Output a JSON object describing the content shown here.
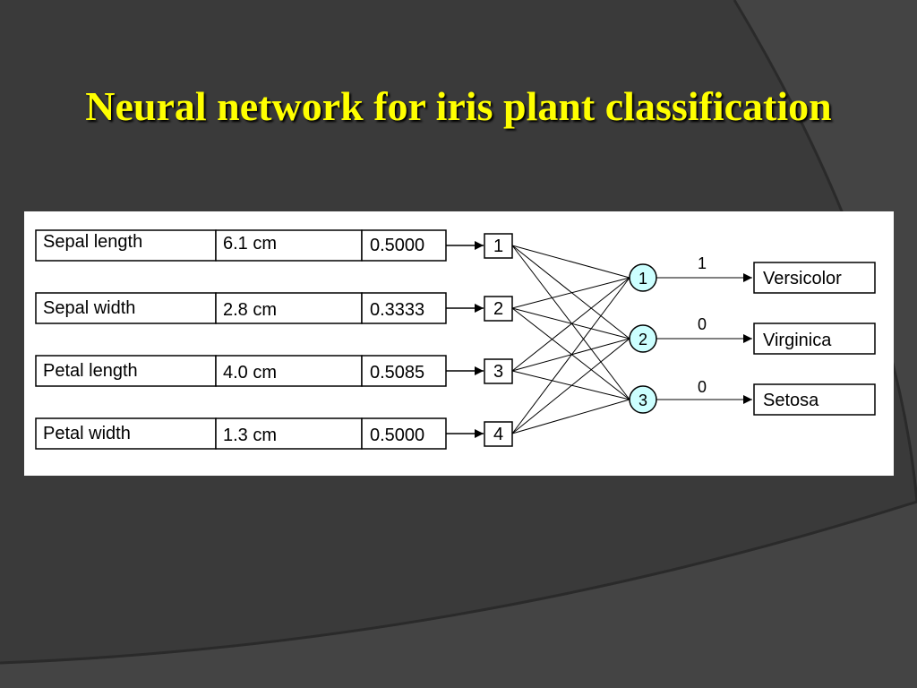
{
  "title": "Neural network for iris plant classification",
  "colors": {
    "background": "#3a3a3a",
    "title": "#ffff00",
    "panel": "#ffffff",
    "neuron_fill": "#ccffff",
    "line": "#000000"
  },
  "inputs": [
    {
      "name": "Sepal length",
      "value": "6.1 cm",
      "normalized": "0.5000",
      "node": "1"
    },
    {
      "name": "Sepal width",
      "value": "2.8 cm",
      "normalized": "0.3333",
      "node": "2"
    },
    {
      "name": "Petal length",
      "value": "4.0 cm",
      "normalized": "0.5085",
      "node": "3"
    },
    {
      "name": "Petal width",
      "value": "1.3 cm",
      "normalized": "0.5000",
      "node": "4"
    }
  ],
  "hidden": [
    {
      "node": "1",
      "output": "1",
      "class": "Versicolor"
    },
    {
      "node": "2",
      "output": "0",
      "class": "Virginica"
    },
    {
      "node": "3",
      "output": "0",
      "class": "Setosa"
    }
  ]
}
